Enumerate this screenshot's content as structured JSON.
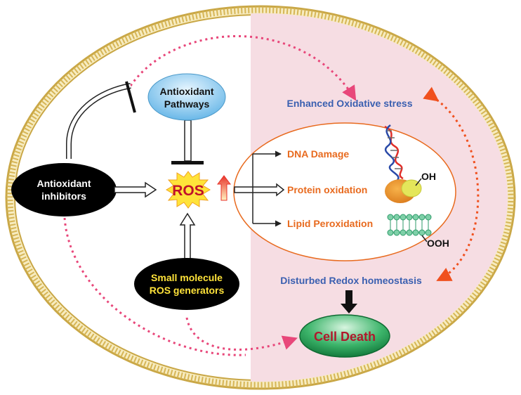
{
  "labels": {
    "antioxidant_pathways_1": "Antioxidant",
    "antioxidant_pathways_2": "Pathways",
    "antioxidant_inhibitors_1": "Antioxidant",
    "antioxidant_inhibitors_2": "inhibitors",
    "ros": "ROS",
    "small_molecule_1": "Small molecule",
    "small_molecule_2": "ROS generators",
    "enhanced_oxidative_stress": "Enhanced Oxidative stress",
    "dna_damage": "DNA Damage",
    "protein_oxidation": "Protein oxidation",
    "lipid_peroxidation": "Lipid Peroxidation",
    "oh": "OH",
    "ooh": "OOH",
    "disturbed_redox": "Disturbed Redox homeostasis",
    "cell_death": "Cell Death"
  },
  "colors": {
    "membrane": "#d9b85a",
    "membrane_dark": "#b89a3c",
    "right_shade": "#f6dde3",
    "pink_dotted": "#e8477a",
    "orange_dotted": "#f0501e",
    "blue_text": "#3a5fb0",
    "orange_text": "#e86a1e",
    "ros_red": "#c0102a",
    "ros_burst": "#ffe33a",
    "small_molecule_text": "#ffe33a",
    "cell_death_green": "#1e9a52",
    "cell_death_text": "#b0182c",
    "pathways_blue": "#7cc4ee"
  },
  "icons": [
    "dna-helix-icon",
    "protein-icon",
    "lipid-bilayer-icon"
  ]
}
